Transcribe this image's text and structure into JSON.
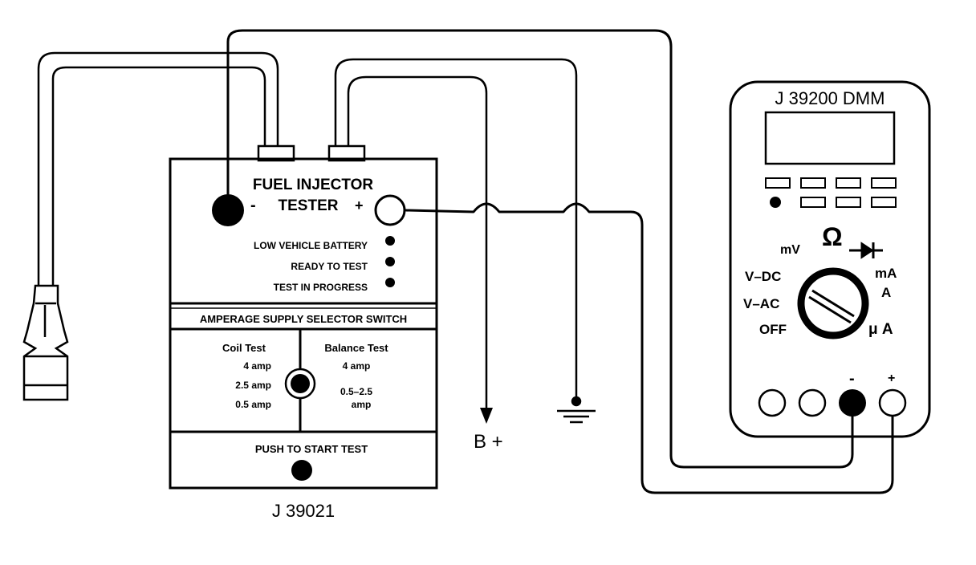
{
  "tester": {
    "title_line1": "FUEL INJECTOR",
    "title_line2": "TESTER",
    "minus": "-",
    "plus": "+",
    "indicators": [
      "LOW VEHICLE BATTERY",
      "READY TO TEST",
      "TEST IN PROGRESS"
    ],
    "selector_header": "AMPERAGE SUPPLY SELECTOR SWITCH",
    "coil_test": {
      "title": "Coil Test",
      "values": [
        "4 amp",
        "2.5 amp",
        "0.5 amp"
      ]
    },
    "balance_test": {
      "title": "Balance Test",
      "value1": "4 amp",
      "value2_line1": "0.5–2.5",
      "value2_line2": "amp"
    },
    "push_label": "PUSH TO START TEST",
    "model": "J 39021"
  },
  "battery_label": "B +",
  "dmm": {
    "title": "J 39200 DMM",
    "dial": {
      "mv": "mV",
      "ohm": "Ω",
      "vdc": "V–DC",
      "vac": "V–AC",
      "off": "OFF",
      "ma": "mA",
      "a": "A",
      "ua": "μ A"
    },
    "minus": "-",
    "plus": "+"
  },
  "colors": {
    "ink": "#000000",
    "paper": "#ffffff"
  }
}
